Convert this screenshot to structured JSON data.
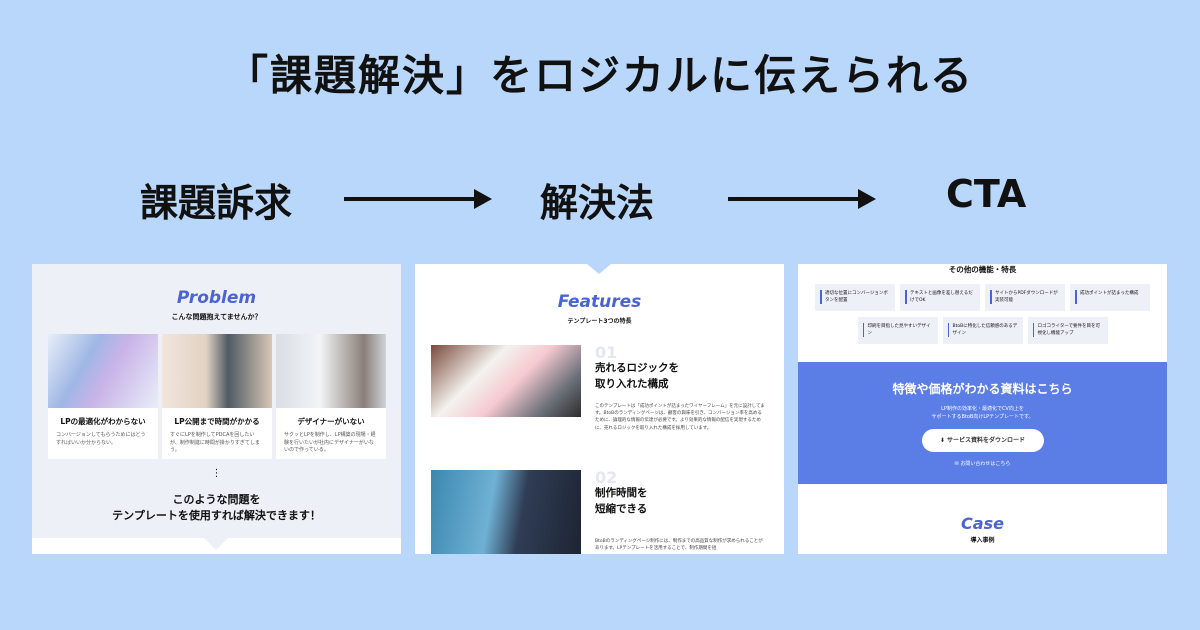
{
  "headline": "「課題解決」をロジカルに伝えられる",
  "flow": {
    "step1": "課題訴求",
    "step2": "解決法",
    "step3": "CTA"
  },
  "problem_panel": {
    "title": "Problem",
    "subtitle": "こんな問題抱えてませんか？",
    "cards": [
      {
        "title": "LPの最適化がわからない",
        "desc": "コンバージョンしてもらうためにはどうすればいいか分からない。"
      },
      {
        "title": "LP公開まで時間がかかる",
        "desc": "すぐにLPを制作してPDCAを回したいが、制作制進に時間が掛かりすぎてしまう。"
      },
      {
        "title": "デザイナーがいない",
        "desc": "サクッとLPを制作し、LP構築の現場・経験を行いたいが社内にデザイナーがいないので作っている。"
      }
    ],
    "dots": "⋮",
    "lead_line1": "このような問題を",
    "lead_line2": "テンプレートを使用すれば解決できます！"
  },
  "features_panel": {
    "title": "Features",
    "subtitle": "テンプレート3つの特長",
    "items": [
      {
        "num": "01",
        "title_line1": "売れるロジックを",
        "title_line2": "取り入れた構成",
        "desc": "このテンプレートは「成功ポイントが詰まったワイヤーフレーム」を元に設計してます。BtoBのランディングページは、顧客の興味を引き、コンバージョン率を高めるために、論理的な情報の伝達が必要です。より効果的な情報の配信を実現するために、売れるロジックを取り入れた構成を採用しています。"
      },
      {
        "num": "02",
        "title_line1": "制作時間を",
        "title_line2": "短縮できる",
        "desc": "BtoBのランディングページ制作には、制作までの高品質な制作が求められることがあります。LPテンプレートを活用することで、制作期間を短"
      }
    ]
  },
  "cta_panel": {
    "top_title": "その他の機能・特長",
    "chips": [
      "適切な位置にコンバージョンボタンを配置",
      "テキストと画像を差し替えるだけでOK",
      "サイトからPDFダウンロードが実装可能",
      "成功ポイントが詰まった構成",
      "印刷を目指した見やすいデザイン",
      "BtoBに特化した信頼感のあるデザイン",
      "ロゴコライターで要件を目を可視化し機能アップ"
    ],
    "band_title": "特徴や価格がわかる資料はこちら",
    "band_desc_line1": "LP制作の効率化・最適化でCV向上を",
    "band_desc_line2": "サポートするBtoB向けLPテンプレートです。",
    "download_button": "サービス資料をダウンロード",
    "contact_link": "お問い合わせはこちら",
    "case_title": "Case",
    "case_subtitle": "導入事例"
  }
}
